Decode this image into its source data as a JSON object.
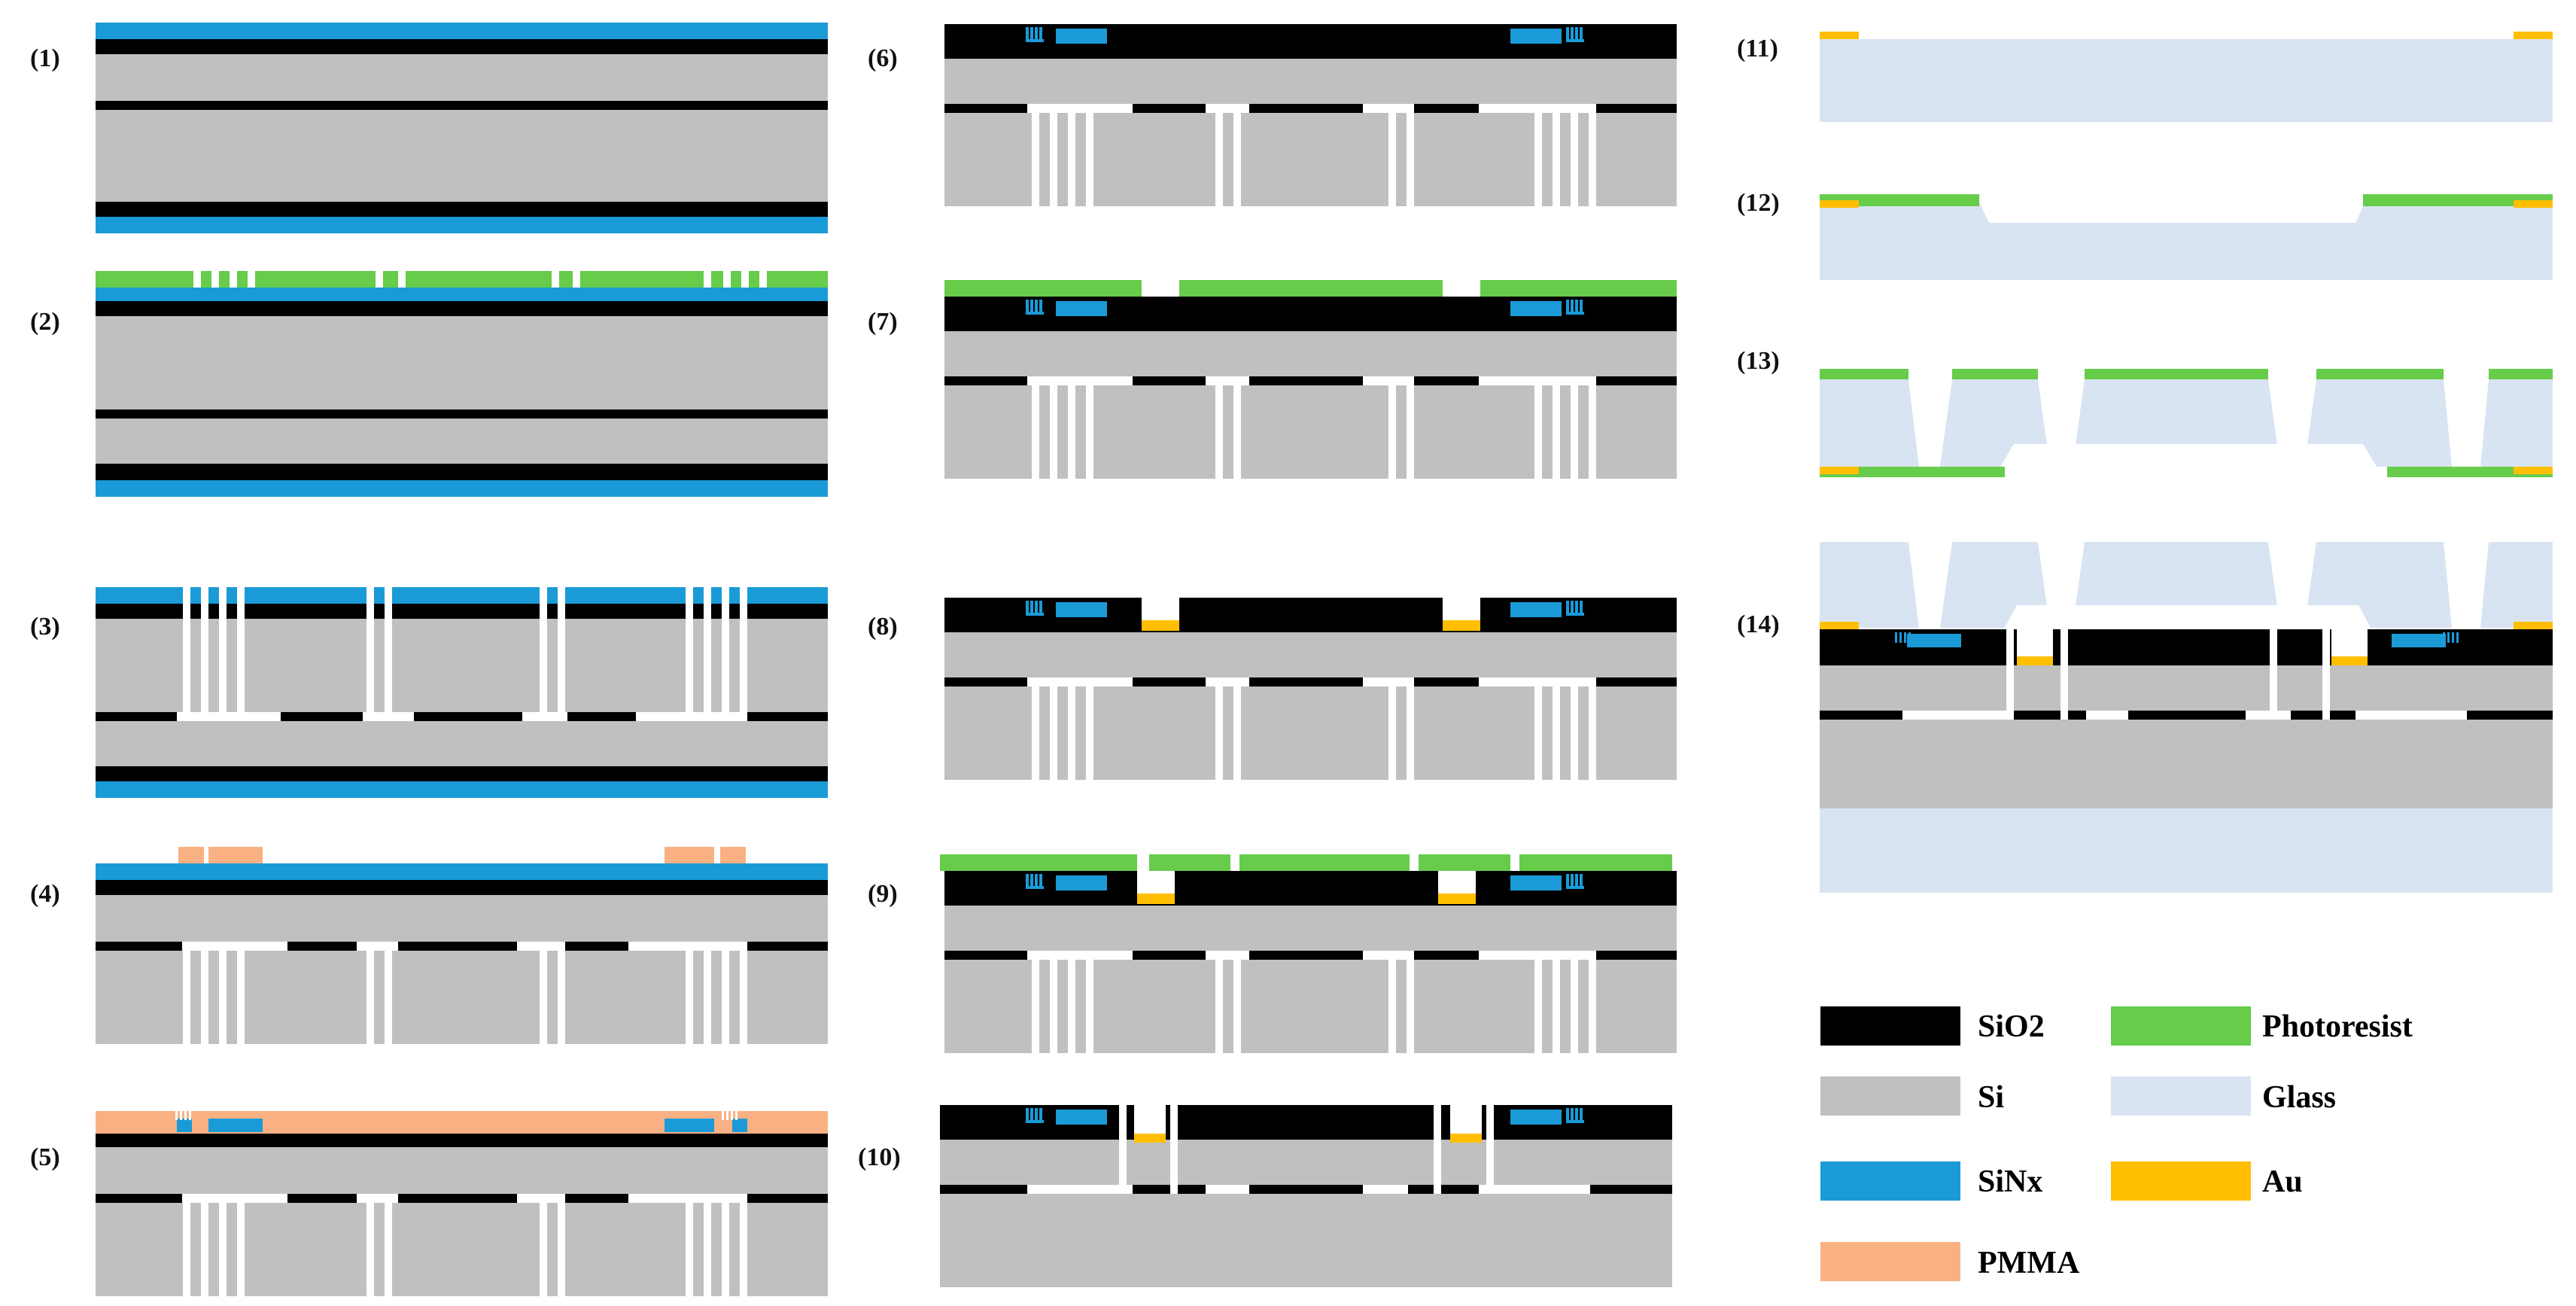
{
  "colors": {
    "SiO2": "#000000",
    "Si": "#c0c0c0",
    "SiNx": "#1a9bd7",
    "PMMA": "#f9b183",
    "Photoresist": "#66cc4a",
    "Glass": "#d9e4f2",
    "Au": "#ffbf00"
  },
  "steps": [
    "(1)",
    "(2)",
    "(3)",
    "(4)",
    "(5)",
    "(6)",
    "(7)",
    "(8)",
    "(9)",
    "(10)",
    "(11)",
    "(12)",
    "(13)",
    "(14)"
  ],
  "legend": [
    {
      "material": "SiO2",
      "label": "SiO2"
    },
    {
      "material": "Photoresist",
      "label": "Photoresist"
    },
    {
      "material": "Si",
      "label": "Si"
    },
    {
      "material": "Glass",
      "label": "Glass"
    },
    {
      "material": "SiNx",
      "label": "SiNx"
    },
    {
      "material": "Au",
      "label": "Au"
    },
    {
      "material": "PMMA",
      "label": "PMMA"
    }
  ]
}
